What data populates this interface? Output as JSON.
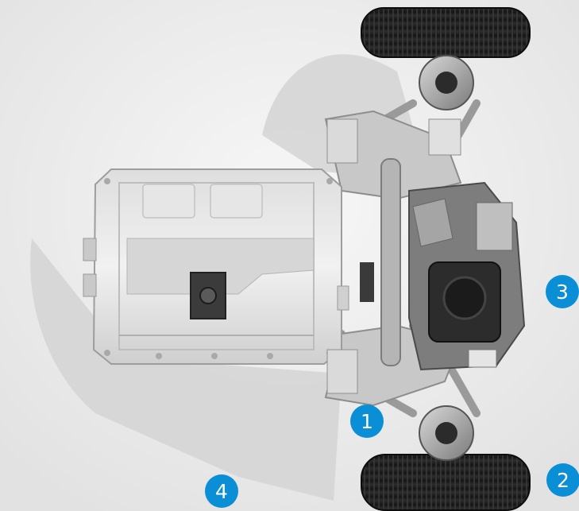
{
  "colors": {
    "background": "#ebebeb",
    "marker": "#0a8fd6"
  },
  "image": {
    "subject-icon": "ev-chassis-top-view"
  },
  "markers": [
    {
      "label": "1"
    },
    {
      "label": "2"
    },
    {
      "label": "3"
    },
    {
      "label": "4"
    }
  ]
}
